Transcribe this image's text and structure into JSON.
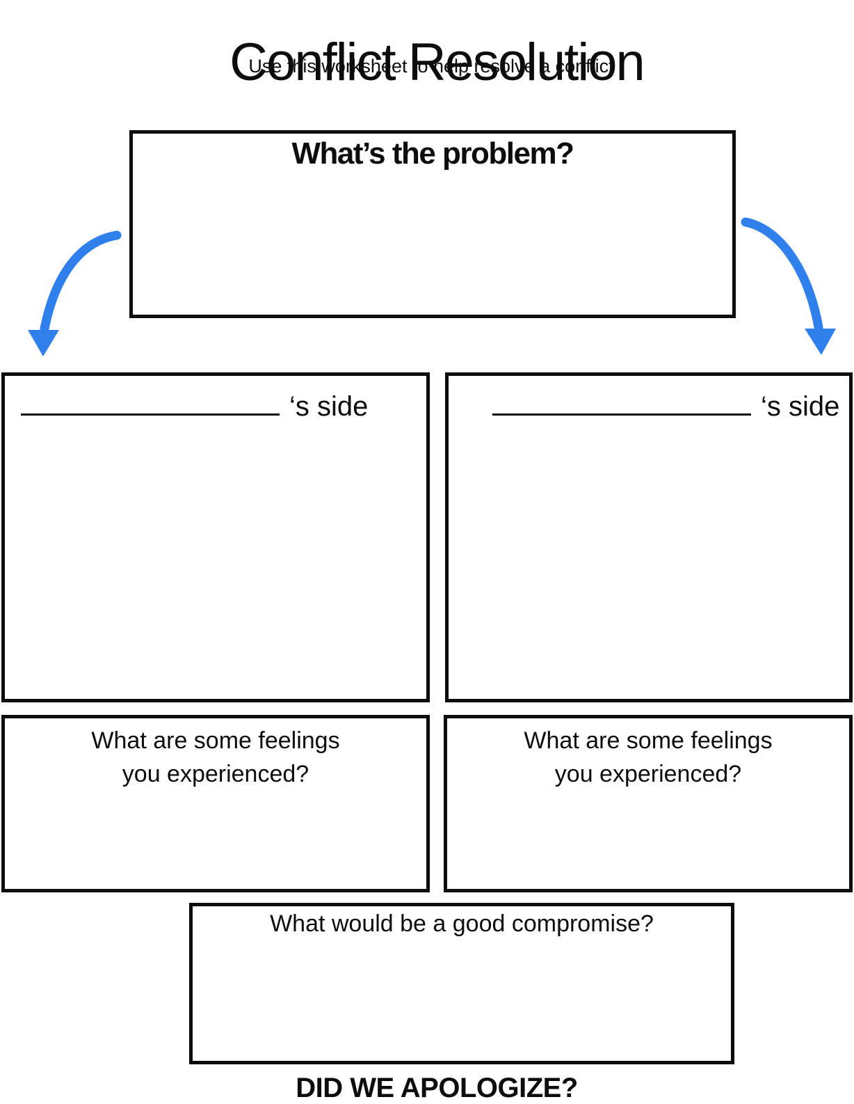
{
  "page": {
    "title": "Conflict Resolution",
    "subtitle": "Use this worksheet to help resolve a conflict"
  },
  "problem": {
    "heading": "What’s the problem?",
    "answer": ""
  },
  "sides": {
    "left": {
      "name_value": "",
      "suffix": "‘s side",
      "answer": ""
    },
    "right": {
      "name_value": "",
      "suffix": "‘s side",
      "answer": ""
    }
  },
  "feelings": {
    "left": {
      "heading_line1": "What are some feelings",
      "heading_line2": "you experienced?",
      "answer": ""
    },
    "right": {
      "heading_line1": "What are some feelings",
      "heading_line2": "you experienced?",
      "answer": ""
    }
  },
  "compromise": {
    "heading": "What would be a good compromise?",
    "answer": ""
  },
  "footer": {
    "question": "DID WE APOLOGIZE?"
  },
  "icons": {
    "left_arrow": "curved-down-arrow-icon",
    "right_arrow": "curved-down-arrow-icon"
  },
  "colors": {
    "arrow_blue": "#2F80ED",
    "ink": "#0d0d0d",
    "background": "#ffffff"
  }
}
